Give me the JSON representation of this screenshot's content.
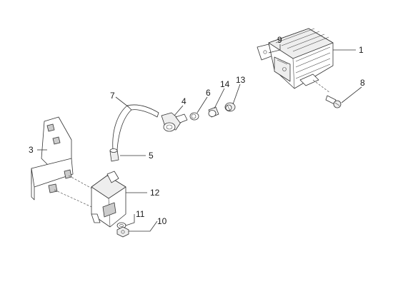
{
  "callouts": [
    {
      "id": "p1",
      "label": "1"
    },
    {
      "id": "p3",
      "label": "3"
    },
    {
      "id": "p4",
      "label": "4"
    },
    {
      "id": "p5",
      "label": "5"
    },
    {
      "id": "p6",
      "label": "6"
    },
    {
      "id": "p7",
      "label": "7"
    },
    {
      "id": "p8",
      "label": "8"
    },
    {
      "id": "p9",
      "label": "9"
    },
    {
      "id": "p10",
      "label": "10"
    },
    {
      "id": "p11",
      "label": "11"
    },
    {
      "id": "p12",
      "label": "12"
    },
    {
      "id": "p13",
      "label": "13"
    },
    {
      "id": "p14",
      "label": "14"
    }
  ]
}
